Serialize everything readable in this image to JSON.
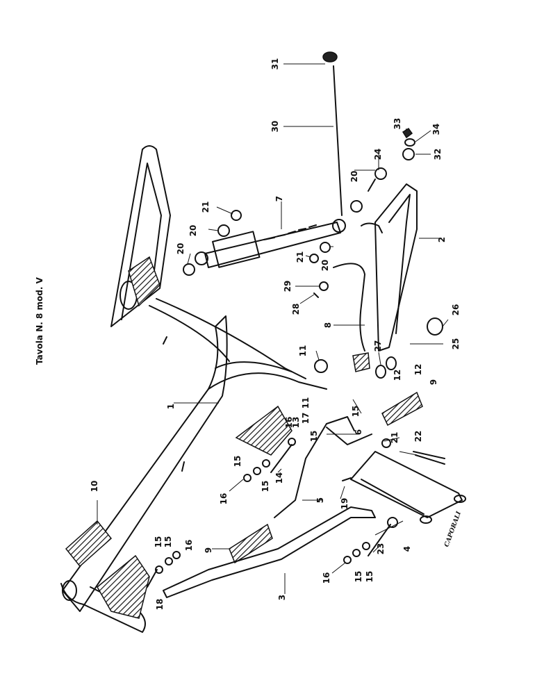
{
  "title": "Tavola N. 8 mod. V",
  "signature": "CAPORALI",
  "callouts": [
    "1",
    "2",
    "3",
    "4",
    "5",
    "6",
    "7",
    "8",
    "9",
    "10",
    "11",
    "12",
    "13",
    "14",
    "15",
    "16",
    "17",
    "18",
    "19",
    "20",
    "21",
    "22",
    "23",
    "24",
    "25",
    "26",
    "27",
    "28",
    "29",
    "30",
    "31",
    "32",
    "33",
    "34"
  ]
}
